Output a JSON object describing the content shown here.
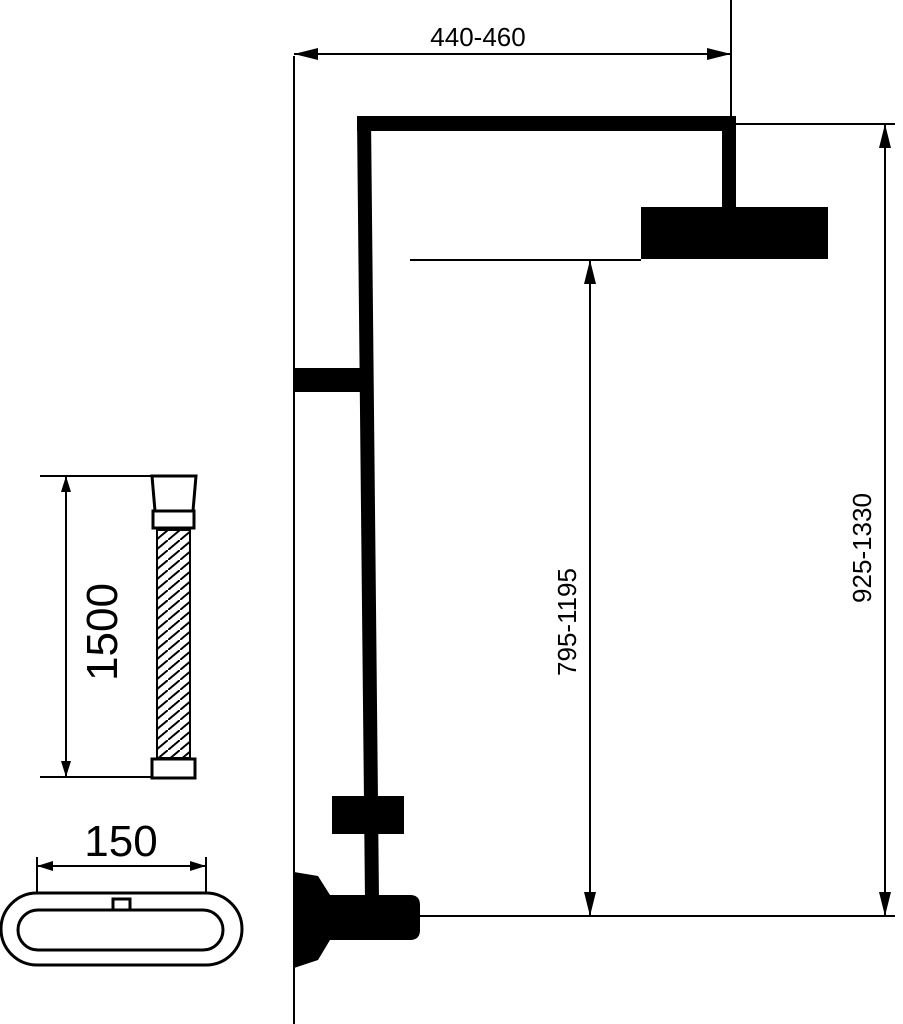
{
  "dimensions": {
    "arm_reach": "440-460",
    "head_height": "795-1195",
    "total_height": "925-1330",
    "hose_length": "1500",
    "mixer_centres": "150"
  },
  "colors": {
    "line": "#000000",
    "background": "#ffffff"
  }
}
